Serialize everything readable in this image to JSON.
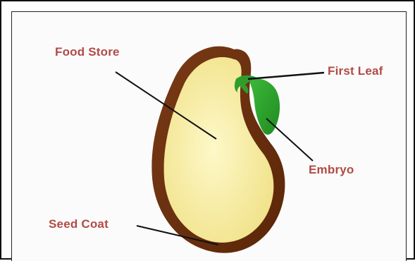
{
  "labels": {
    "food_store": "Food Store",
    "first_leaf": "First Leaf",
    "embryo": "Embryo",
    "seed_coat": "Seed Coat"
  },
  "colors": {
    "label_text": "#b24a45",
    "seed_coat": "#6b2f10",
    "food_store_fill": "#f7ec9c",
    "embryo": "#2aa12a",
    "leader_line": "#111111"
  }
}
